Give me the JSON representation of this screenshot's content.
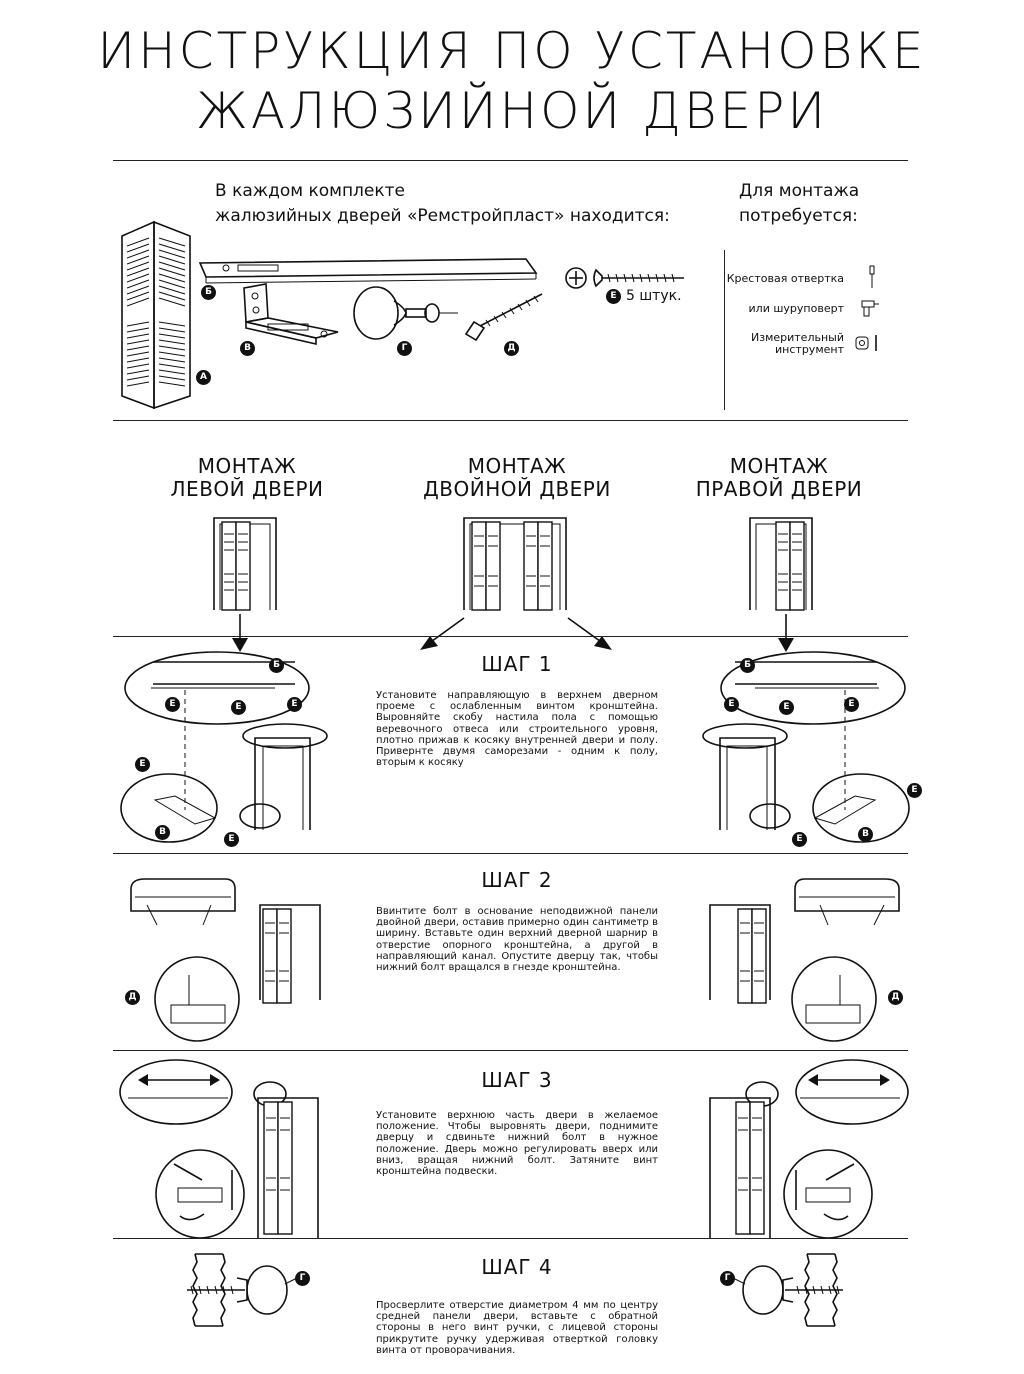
{
  "title": {
    "line1": "ИНСТРУКЦИЯ ПО УСТАНОВКЕ",
    "line2": "ЖАЛЮЗИЙНОЙ ДВЕРИ"
  },
  "kit": {
    "heading_line1": "В каждом комплекте",
    "heading_line2": "жалюзийных дверей «Ремстройпласт» находится:",
    "labels": {
      "a": "А",
      "b": "Б",
      "v": "В",
      "g": "Г",
      "d": "Д",
      "e": "Е"
    },
    "screws_count": "5 штук."
  },
  "tools": {
    "heading_line1": "Для монтажа",
    "heading_line2": "потребуется:",
    "items": [
      "Крестовая отвертка",
      "или шуруповерт",
      "Измерительный",
      "инструмент"
    ]
  },
  "mounting": {
    "left_line1": "МОНТАЖ",
    "left_line2": "ЛЕВОЙ ДВЕРИ",
    "double_line1": "МОНТАЖ",
    "double_line2": "ДВОЙНОЙ ДВЕРИ",
    "right_line1": "МОНТАЖ",
    "right_line2": "ПРАВОЙ ДВЕРИ"
  },
  "steps": [
    {
      "title": "ШАГ 1",
      "text": "Установите направляющую в верхнем дверном проеме с ослабленным винтом кронштейна. Выровняйте скобу настила пола с помощью веревочного отвеса или строительного уровня, плотно прижав к косяку внутренней двери и полу. Привернте двумя саморезами - одним к полу, вторым к косяку"
    },
    {
      "title": "ШАГ 2",
      "text": "Ввинтите болт в основание неподвижной панели двойной двери, оставив примерно один сантиметр в ширину. Вставьте один верхний дверной шарнир в отверстие опорного кронштейна, а другой в направляющий канал. Опустите дверцу так, чтобы нижний болт вращался в гнезде кронштейна."
    },
    {
      "title": "ШАГ 3",
      "text": "Установите верхнюю часть двери в желаемое положение. Чтобы выровнять двери, поднимите дверцу и сдвиньте нижний болт в нужное положение. Дверь можно регулировать вверх или вниз, вращая нижний болт. Затяните винт кронштейна подвески."
    },
    {
      "title": "ШАГ 4",
      "text": "Просверлите отверстие диаметром 4 мм по центру средней панели двери, вставьте с обратной стороны в него винт ручки, с лицевой стороны прикрутите ручку удерживая отверткой головку винта от проворачивания."
    }
  ]
}
